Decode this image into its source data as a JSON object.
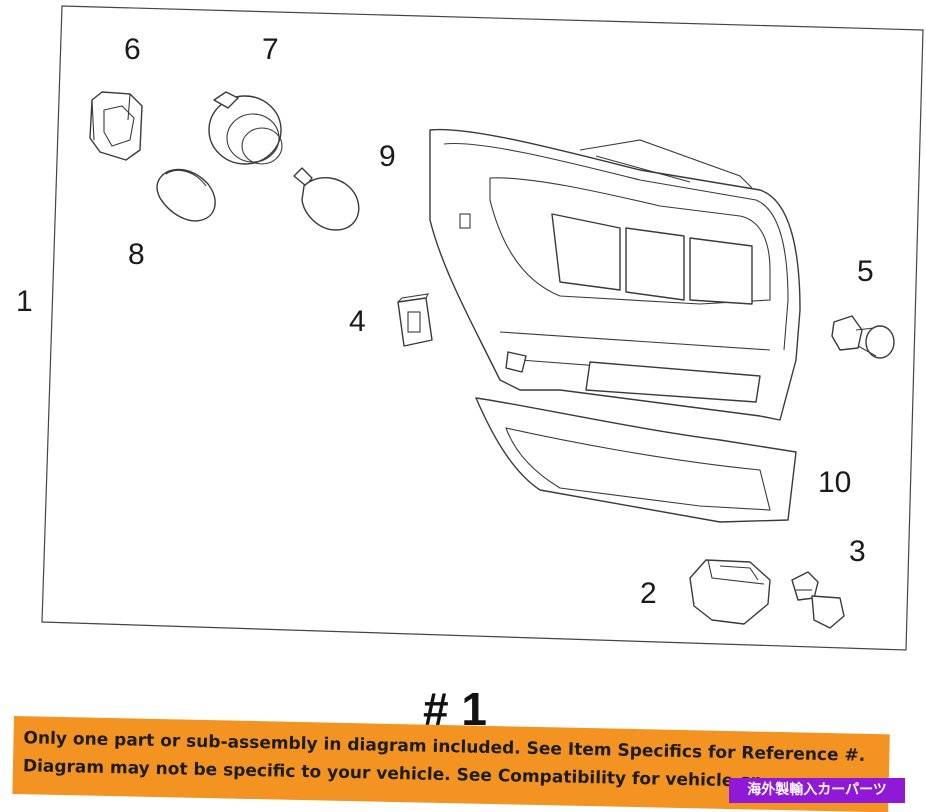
{
  "diagram": {
    "callouts": {
      "c1": "1",
      "c2": "2",
      "c3": "3",
      "c4": "4",
      "c5": "5",
      "c6": "6",
      "c7": "7",
      "c8": "8",
      "c9": "9",
      "c10": "10"
    }
  },
  "heading": "# 1",
  "banner": {
    "line1": "Only one part or sub-assembly in diagram included. See Item Specifics for Reference #.",
    "line2": "Diagram may not be specific to your vehicle. See Compatibility for vehicle-sp"
  },
  "watermark": "海外製輸入カーパーツ",
  "colors": {
    "banner": "#f39322",
    "watermark": "#8f19d6",
    "line_art": "#3a3a3a"
  }
}
